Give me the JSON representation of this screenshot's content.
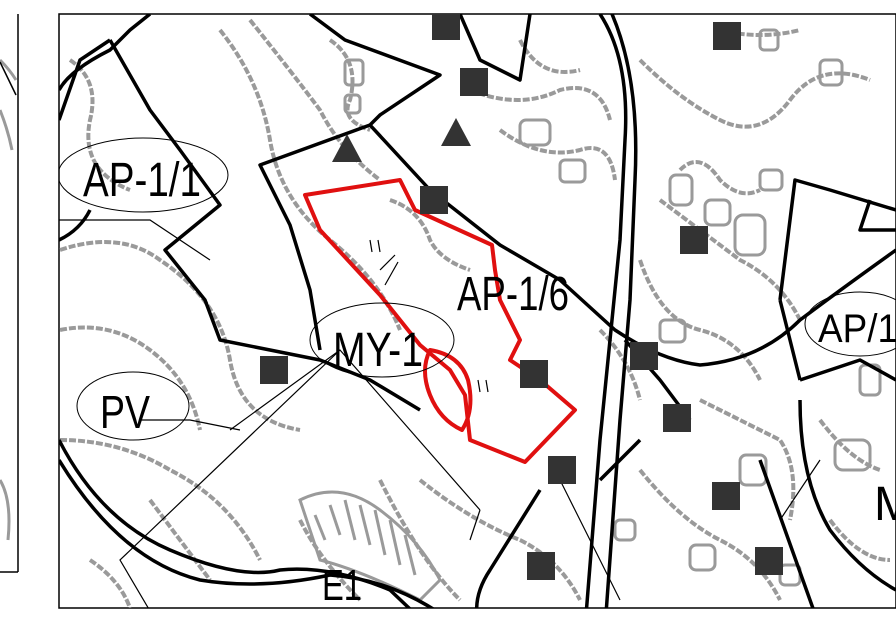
{
  "map": {
    "colors": {
      "background": "#ffffff",
      "contour": "#9a9a9a",
      "boundary": "#000000",
      "highlight": "#e01010",
      "marker": "#333333"
    },
    "labels": {
      "ap_1_1": "AP-1/1",
      "my_1": "MY-1",
      "ap_1_6": "AP-1/6",
      "pv": "PV",
      "ap_1_right": "AP/1",
      "m_partial": "M",
      "e1": "E1"
    },
    "legend_markers": {
      "square": "building-marker-icon",
      "triangle": "landmark-marker-icon"
    }
  }
}
